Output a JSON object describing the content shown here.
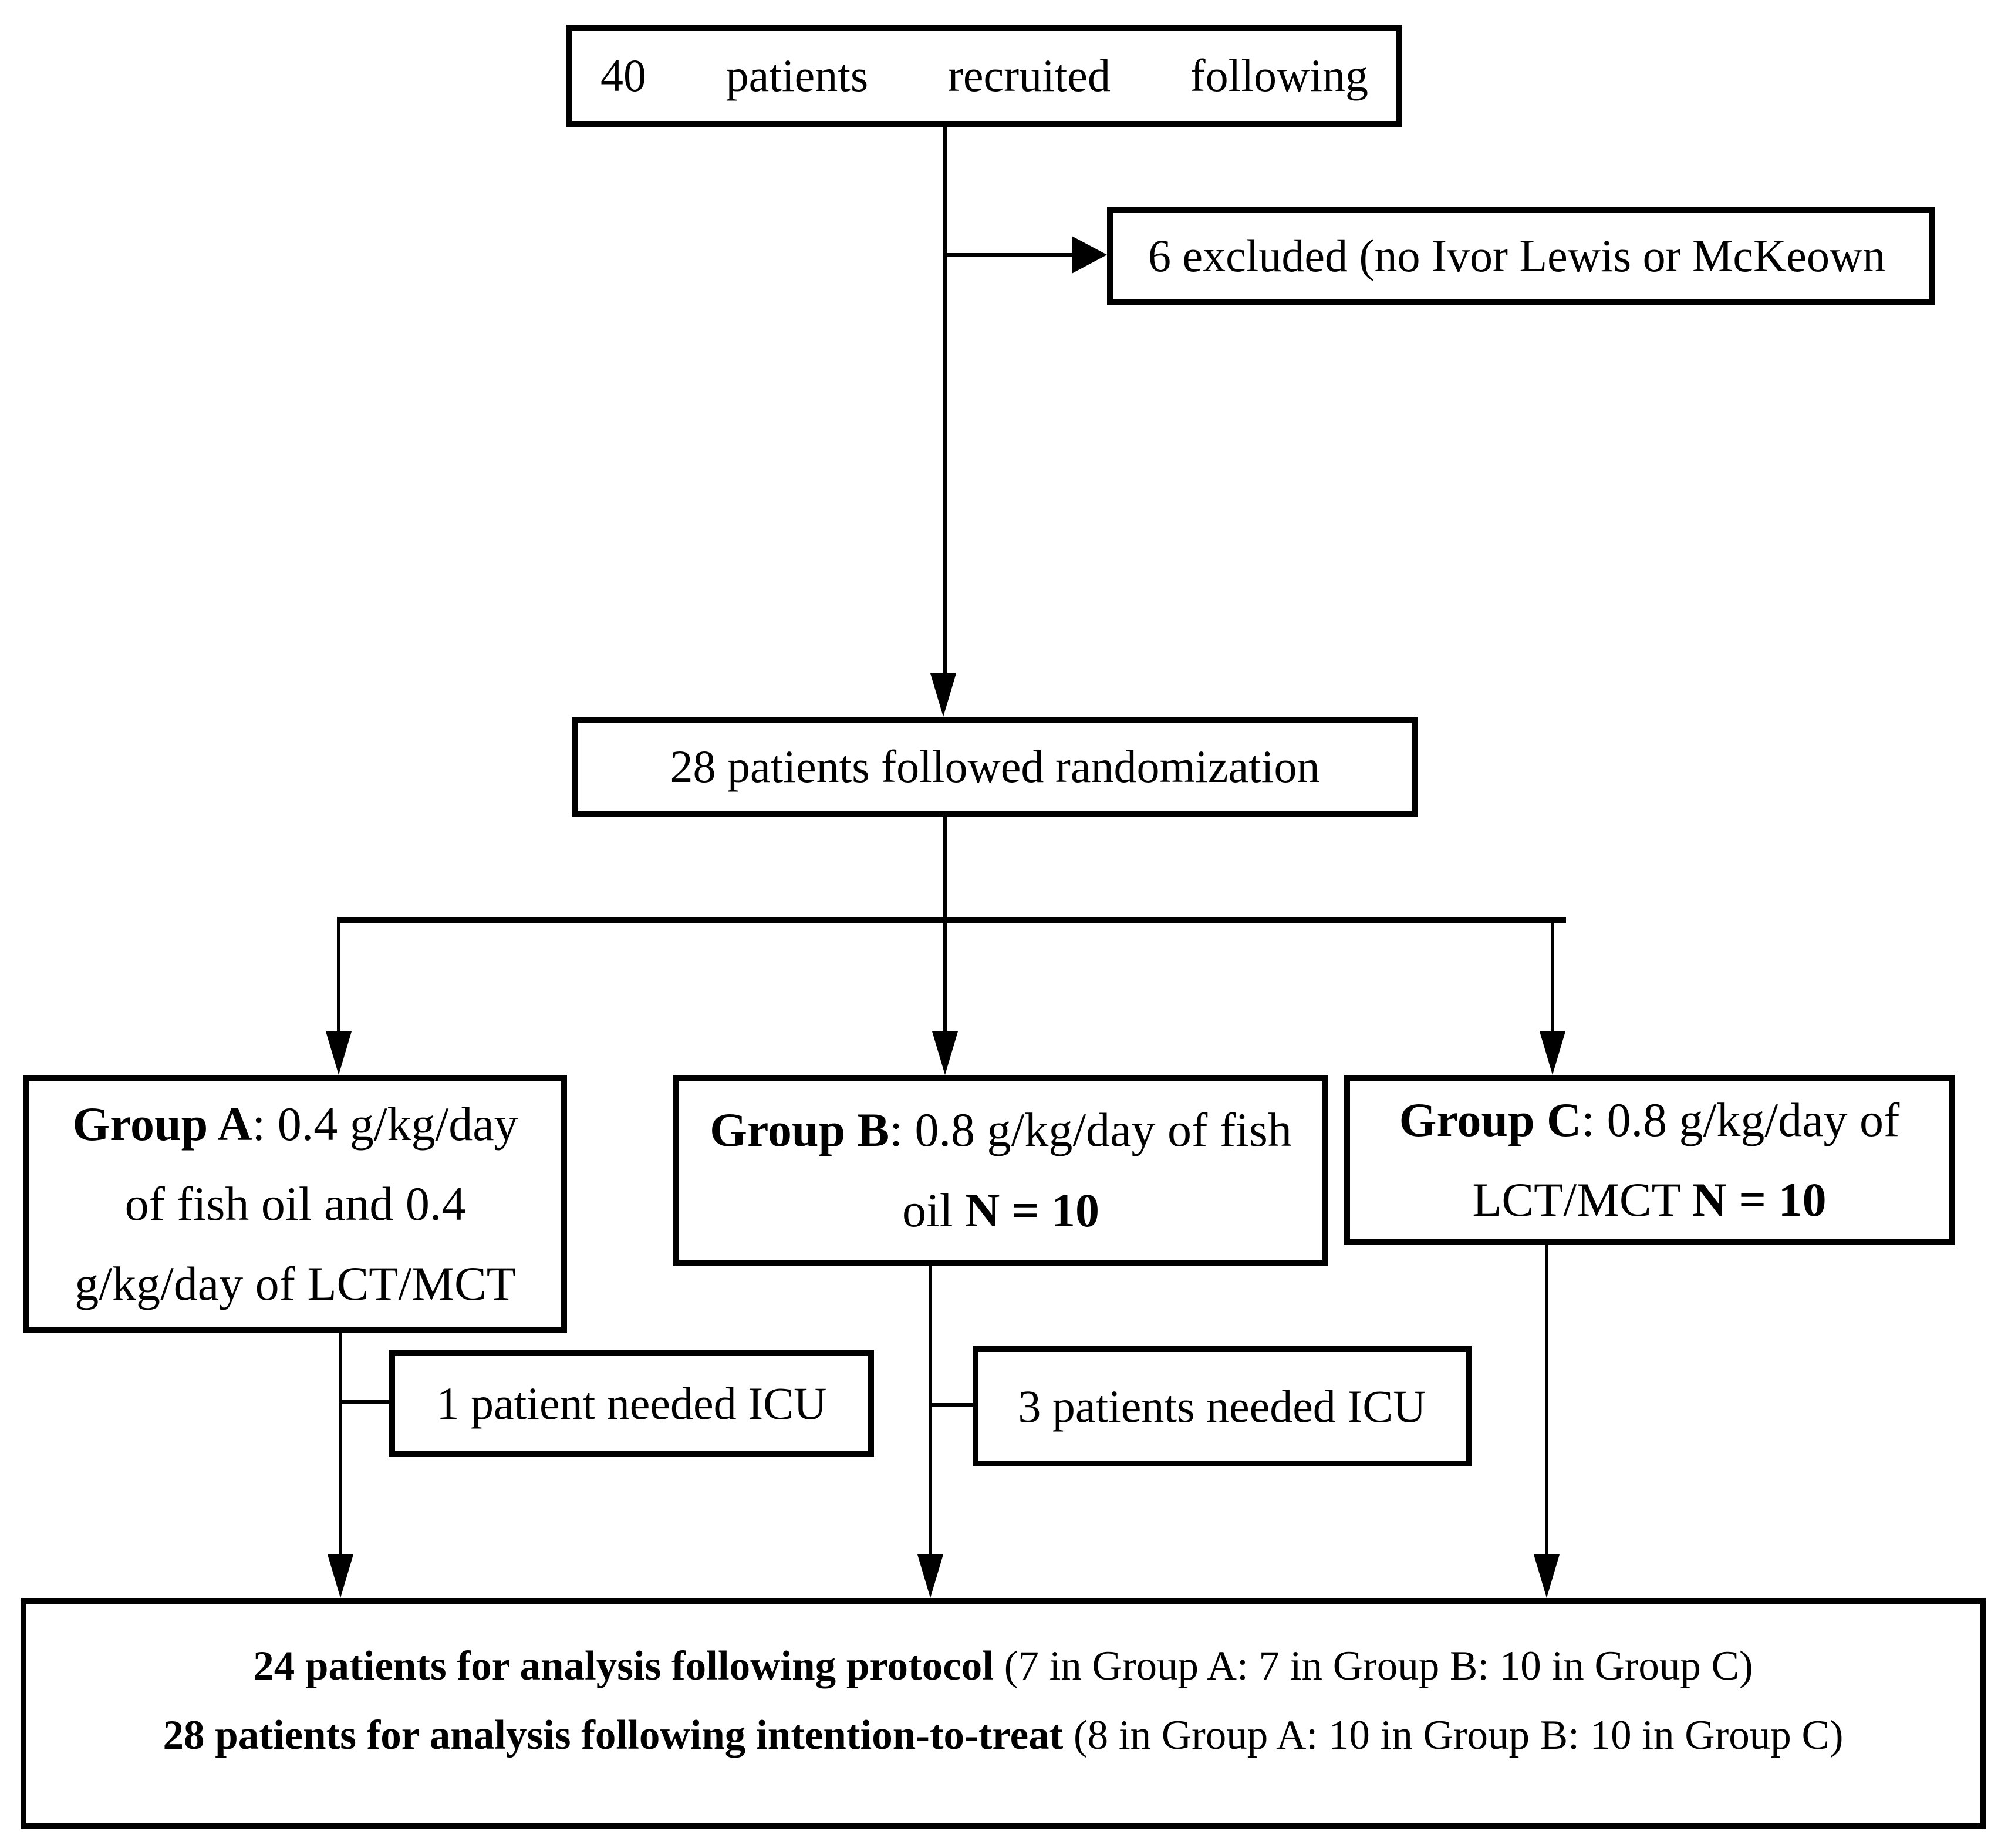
{
  "colors": {
    "line": "#000000",
    "text": "#000000",
    "background": "#ffffff"
  },
  "flowchart": {
    "recruited": {
      "text": "40 patients recruited following"
    },
    "excluded": {
      "text": "6 excluded (no Ivor Lewis or McKeown"
    },
    "randomized": {
      "text": "28 patients followed randomization"
    },
    "group_a": {
      "bold": "Group A",
      "after_bold": ": 0.4 g/kg/day",
      "line2": "of fish oil and 0.4",
      "line3": "g/kg/day of LCT/MCT"
    },
    "group_b": {
      "bold": "Group B",
      "after_bold": ": 0.8 g/kg/day of fish",
      "line2_text": "oil ",
      "line2_bold": "N = 10"
    },
    "group_c": {
      "bold": "Group C",
      "after_bold": ": 0.8 g/kg/day of",
      "line2_text": "LCT/MCT ",
      "line2_bold": "N = 10"
    },
    "icu_a": {
      "text": "1 patient needed ICU"
    },
    "icu_b": {
      "text": "3 patients needed ICU"
    },
    "analysis": {
      "line1_bold": "24 patients for analysis following protocol",
      "line1_rest": " (7 in Group A: 7 in Group B: 10 in Group C)",
      "line2_bold": "28 patients for analysis following intention-to-treat",
      "line2_rest": " (8 in Group A: 10 in Group B: 10 in Group C)"
    }
  }
}
